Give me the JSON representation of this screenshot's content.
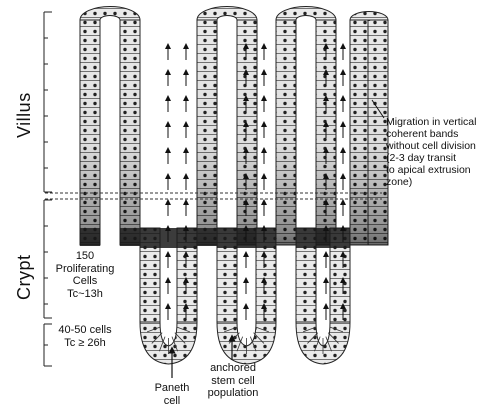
{
  "labels": {
    "villus": "Villus",
    "crypt": "Crypt",
    "proliferating": [
      "150",
      "Proliferating",
      "Cells",
      "Tc~13h"
    ],
    "stem_region": [
      "40-50 cells",
      "Tc ≥ 26h"
    ],
    "migration": [
      "Migration in vertical",
      "coherent bands",
      "without cell division",
      "(2-3 day transit",
      "to apical extrusion",
      "zone)"
    ],
    "paneth": [
      "Paneth",
      "cell"
    ],
    "anchored": [
      "anchored",
      "stem cell",
      "population"
    ]
  }
}
